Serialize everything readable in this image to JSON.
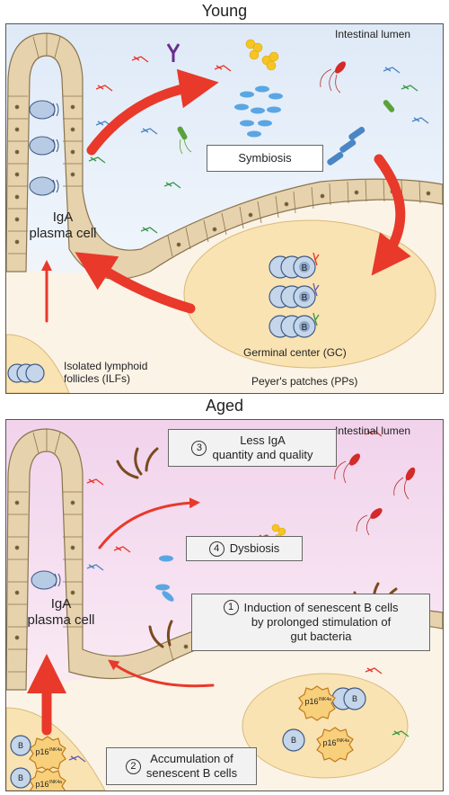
{
  "young": {
    "title": "Young",
    "lumen_label": "Intestinal lumen",
    "symbiosis": "Symbiosis",
    "plasma_cell_line1": "IgA",
    "plasma_cell_line2": "plasma cell",
    "gc_label": "Germinal center (GC)",
    "pp_label": "Peyer's patches (PPs)",
    "ilf_line1": "Isolated lymphoid",
    "ilf_line2": "follicles (ILFs)",
    "b_letter": "B"
  },
  "aged": {
    "title": "Aged",
    "lumen_label": "Intestinal lumen",
    "step3_num": "3",
    "step3_line1": "Less IgA",
    "step3_line2": "quantity and quality",
    "step4_num": "4",
    "step4_text": "Dysbiosis",
    "step1_num": "1",
    "step1_line1": "Induction of senescent B cells",
    "step1_line2": "by prolonged stimulation of",
    "step1_line3": "gut bacteria",
    "step2_num": "2",
    "step2_line1": "Accumulation of",
    "step2_line2": "senescent B cells",
    "plasma_cell_line1": "IgA",
    "plasma_cell_line2": "plasma cell",
    "p16_label": "p16",
    "ink4a_label": "INK4a",
    "b_letter": "B"
  },
  "colors": {
    "arrow_red": "#e8392b",
    "villus_fill": "#e6d2ac",
    "villus_stroke": "#8a7550",
    "follicle_fill": "#fae3b2",
    "lumen_young": "#e4eff9",
    "lumen_aged": "#f3d9ee",
    "bacteria_blue": "#5aa6e3",
    "bacteria_red": "#d42a2a",
    "bacteria_green": "#5aa23a",
    "yellow_cocci": "#f6c523"
  }
}
